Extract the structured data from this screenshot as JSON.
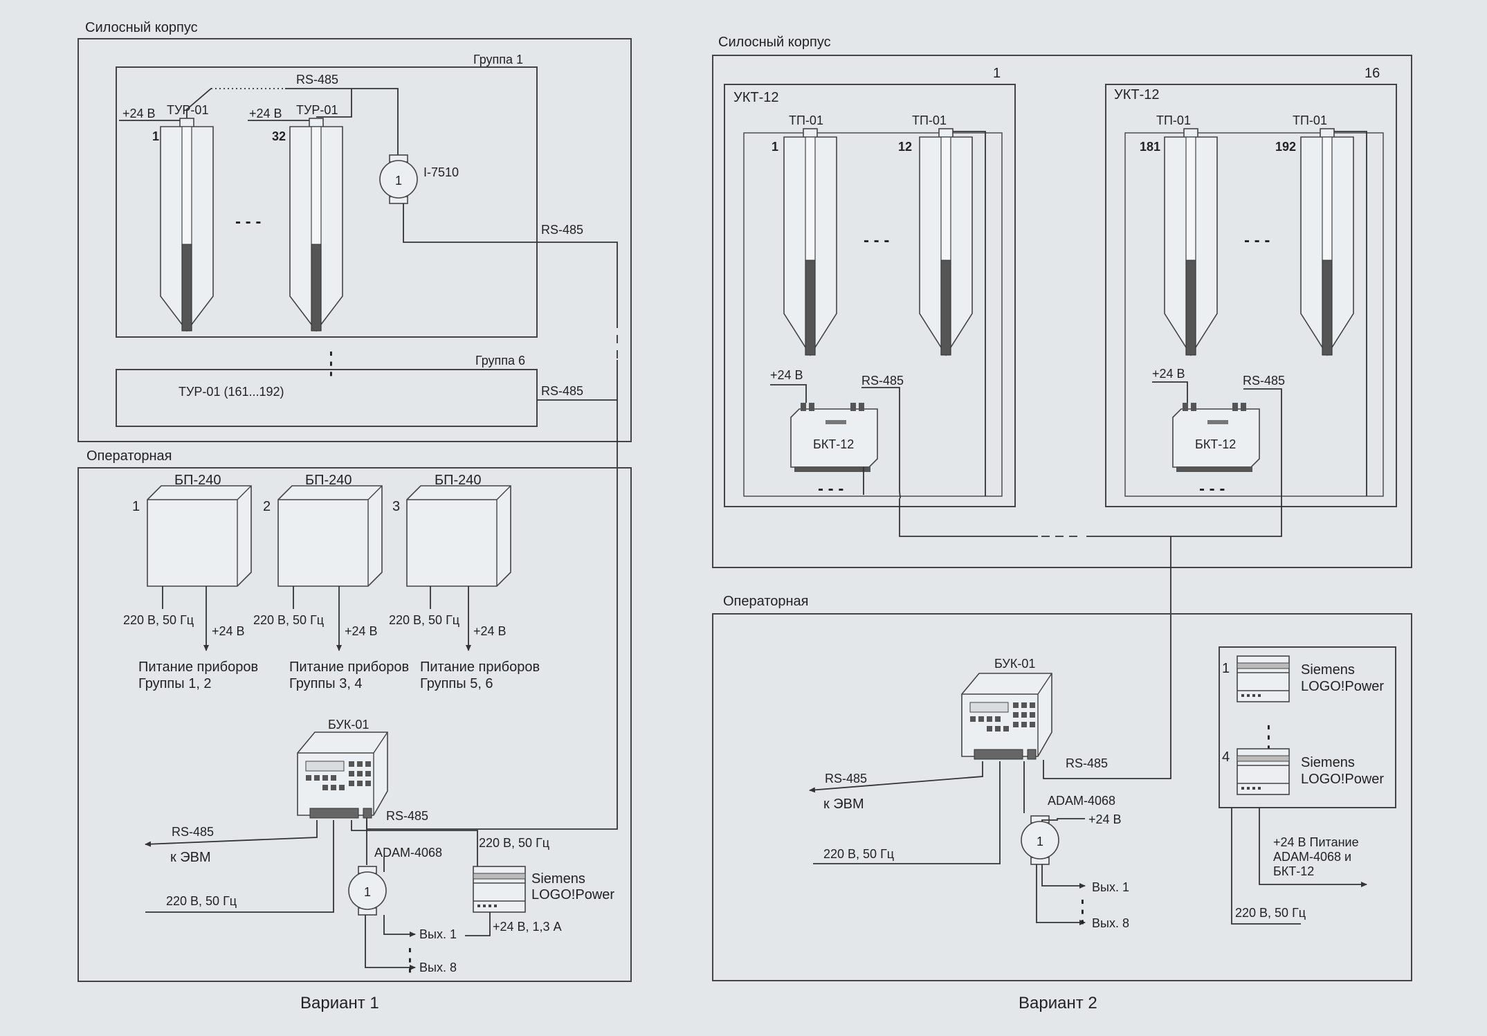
{
  "v1": {
    "silo_title": "Силосный корпус",
    "group1": "Группа 1",
    "group6": "Группа 6",
    "rs485": "RS-485",
    "plus24": "+24 В",
    "tur": "ТУР-01",
    "num_1": "1",
    "num_32": "32",
    "i7510": "I-7510",
    "circle_1": "1",
    "tur_range": "ТУР-01 (161...192)",
    "operator_title": "Операторная",
    "psu_label": "БП-240",
    "psu_nums": [
      "1",
      "2",
      "3"
    ],
    "mains": "220 В, 50 Гц",
    "power_line1": "Питание приборов",
    "power_groups": [
      "Группы 1, 2",
      "Группы 3, 4",
      "Группы 5, 6"
    ],
    "buk": "БУК-01",
    "to_pc": "к ЭВМ",
    "adam": "ADAM-4068",
    "siemens1": "Siemens",
    "siemens2": "LOGO!Power",
    "plus24_current": "+24 В, 1,3 А",
    "out1": "Вых. 1",
    "out8": "Вых. 8",
    "caption": "Вариант 1"
  },
  "v2": {
    "silo_title": "Силосный корпус",
    "ukt": "УКТ-12",
    "unit_1": "1",
    "unit_16": "16",
    "tp": "ТП-01",
    "num_1": "1",
    "num_12": "12",
    "num_181": "181",
    "num_192": "192",
    "plus24": "+24 В",
    "rs485": "RS-485",
    "bkt": "БКТ-12",
    "operator_title": "Операторная",
    "buk": "БУК-01",
    "to_pc": "к ЭВМ",
    "adam": "ADAM-4068",
    "circle_1": "1",
    "mains": "220 В, 50 Гц",
    "out1": "Вых. 1",
    "out8": "Вых. 8",
    "siemens1": "Siemens",
    "siemens2": "LOGO!Power",
    "ps_num_1": "1",
    "ps_num_4": "4",
    "power_note": [
      "+24 В  Питание",
      "ADAM-4068 и",
      "БКТ-12"
    ],
    "caption": "Вариант 2"
  }
}
